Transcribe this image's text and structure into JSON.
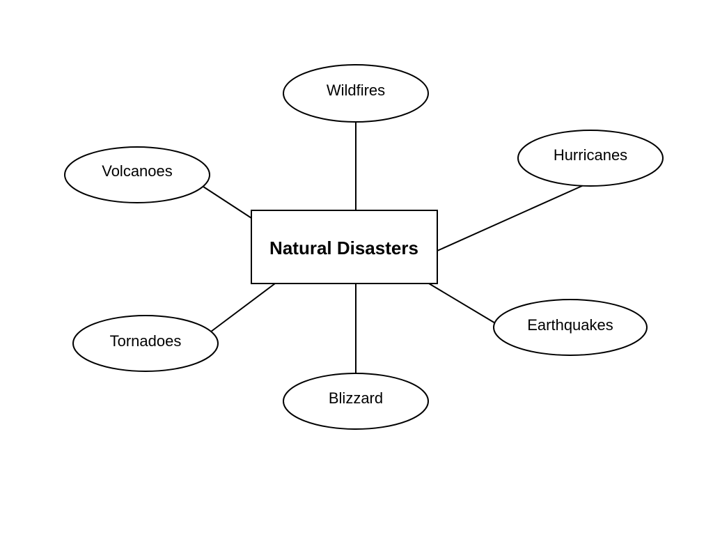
{
  "center": {
    "label": "Natural Disasters"
  },
  "branches": [
    {
      "id": "wildfires",
      "label": "Wildfires"
    },
    {
      "id": "hurricanes",
      "label": "Hurricanes"
    },
    {
      "id": "volcanoes",
      "label": "Volcanoes"
    },
    {
      "id": "earthquakes",
      "label": "Earthquakes"
    },
    {
      "id": "tornadoes",
      "label": "Tornadoes"
    },
    {
      "id": "blizzard",
      "label": "Blizzard"
    }
  ]
}
